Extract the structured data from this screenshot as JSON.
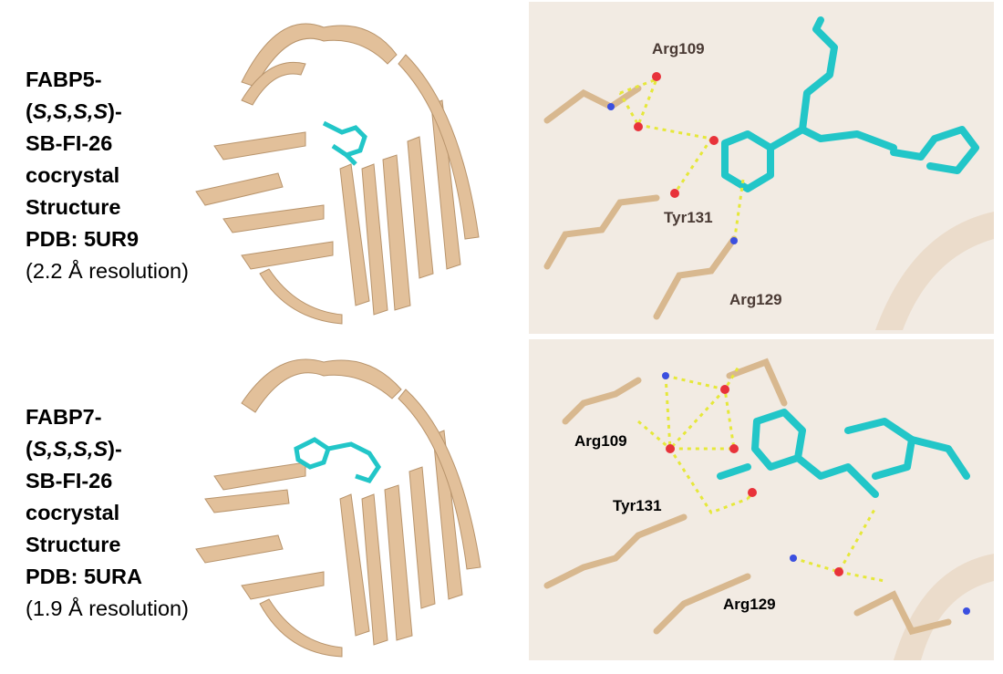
{
  "panels": [
    {
      "caption": {
        "line1": "FABP5-",
        "line2_open": "(",
        "line2_stereo": "S,S,S,S",
        "line2_close": ")-",
        "line3": "SB-FI-26",
        "line4": "cocrystal",
        "line5": "Structure",
        "line6": "PDB: 5UR9",
        "line7": "(2.2 Å resolution)"
      },
      "residues": {
        "a": "Arg109",
        "b": "Tyr131",
        "c": "Arg129"
      }
    },
    {
      "caption": {
        "line1": "FABP7-",
        "line2_open": "(",
        "line2_stereo": "S,S,S,S",
        "line2_close": ")-",
        "line3": "SB-FI-26",
        "line4": "cocrystal",
        "line5": "Structure",
        "line6": "PDB: 5URA",
        "line7": "(1.9 Å resolution)"
      },
      "residues": {
        "a": "Arg109",
        "b": "Tyr131",
        "c": "Arg129"
      }
    }
  ],
  "colors": {
    "protein": "#e2c09a",
    "ligand": "#22c6c8",
    "oxygen": "#e8323a",
    "nitrogen": "#3b4fe0",
    "hbond": "#e6e83a",
    "inset_bg": "#f2ebe3"
  }
}
